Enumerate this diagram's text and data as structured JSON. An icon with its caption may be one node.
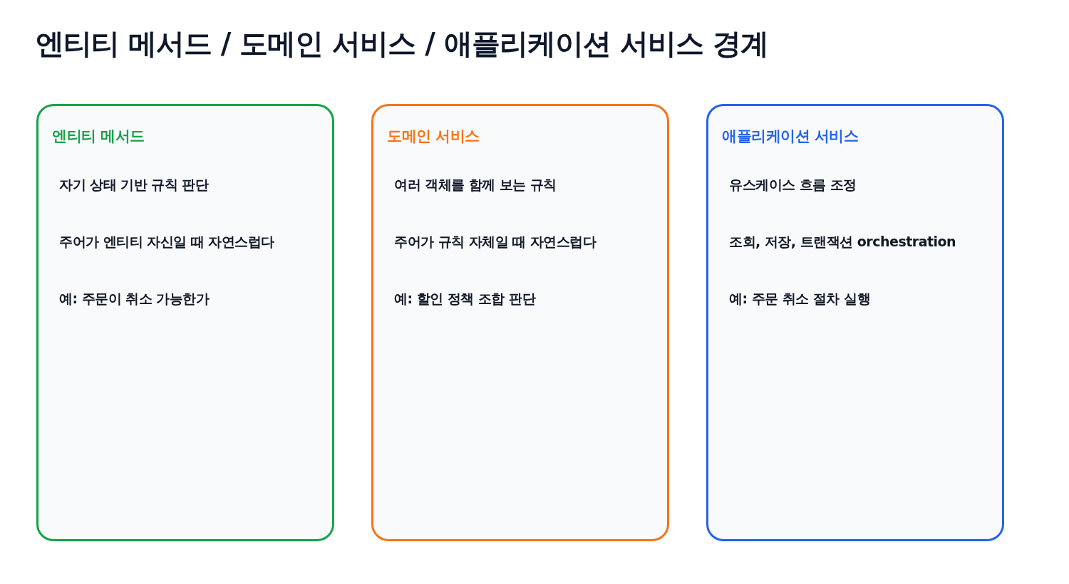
{
  "diagram": {
    "title": "엔티티 메서드 / 도메인 서비스 / 애플리케이션 서비스 경계",
    "nodes": [
      {
        "text": [
          "엔티티 메서드",
          "자기 상태 기반 규칙 판단",
          "주어가 엔티티 자신일 때 자연스럽다",
          "예: 주문이 취소 가능한가"
        ]
      },
      {
        "text": [
          "도메인 서비스",
          "여러 객체를 함께 보는 규칙",
          "주어가 규칙 자체일 때 자연스럽다",
          "예: 할인 정책 조합 판단"
        ]
      },
      {
        "text": [
          "애플리케이션 서비스",
          "유스케이스 흐름 조정",
          "조회, 저장, 트랜잭션 orchestration",
          "예: 주문 취소 절차 실행"
        ]
      }
    ]
  }
}
